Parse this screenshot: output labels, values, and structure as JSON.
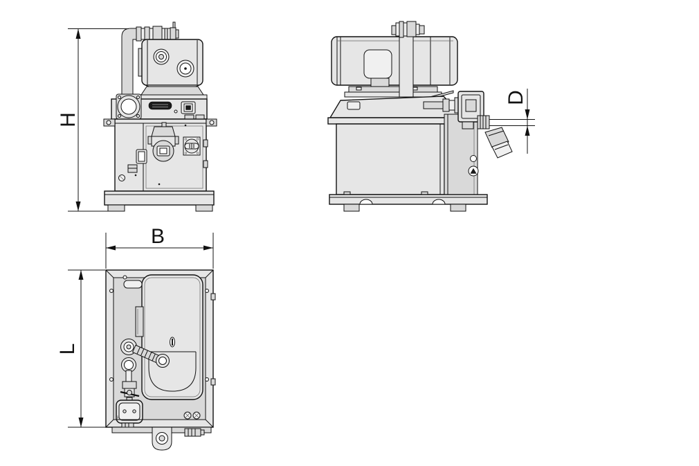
{
  "drawing": {
    "background_color": "#ffffff",
    "line_color": "#111111",
    "surface_color": "#e6e6e6",
    "views": {
      "front": {
        "dimension_shown": "H"
      },
      "side": {
        "dimension_shown": "D"
      },
      "top": {
        "dimensions_shown": [
          "B",
          "L"
        ]
      }
    }
  },
  "dimension_labels": {
    "height": "H",
    "width": "B",
    "length": "L",
    "port_diameter": "D"
  }
}
